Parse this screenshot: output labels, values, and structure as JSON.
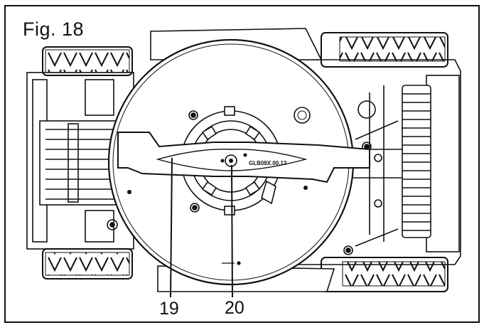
{
  "figure": {
    "label": "Fig. 18",
    "blade_marking": "GLB08X.00.13",
    "callouts": [
      {
        "id": "19",
        "text": "19"
      },
      {
        "id": "20",
        "text": "20"
      }
    ]
  },
  "colors": {
    "line": "#111111",
    "background": "#ffffff"
  }
}
